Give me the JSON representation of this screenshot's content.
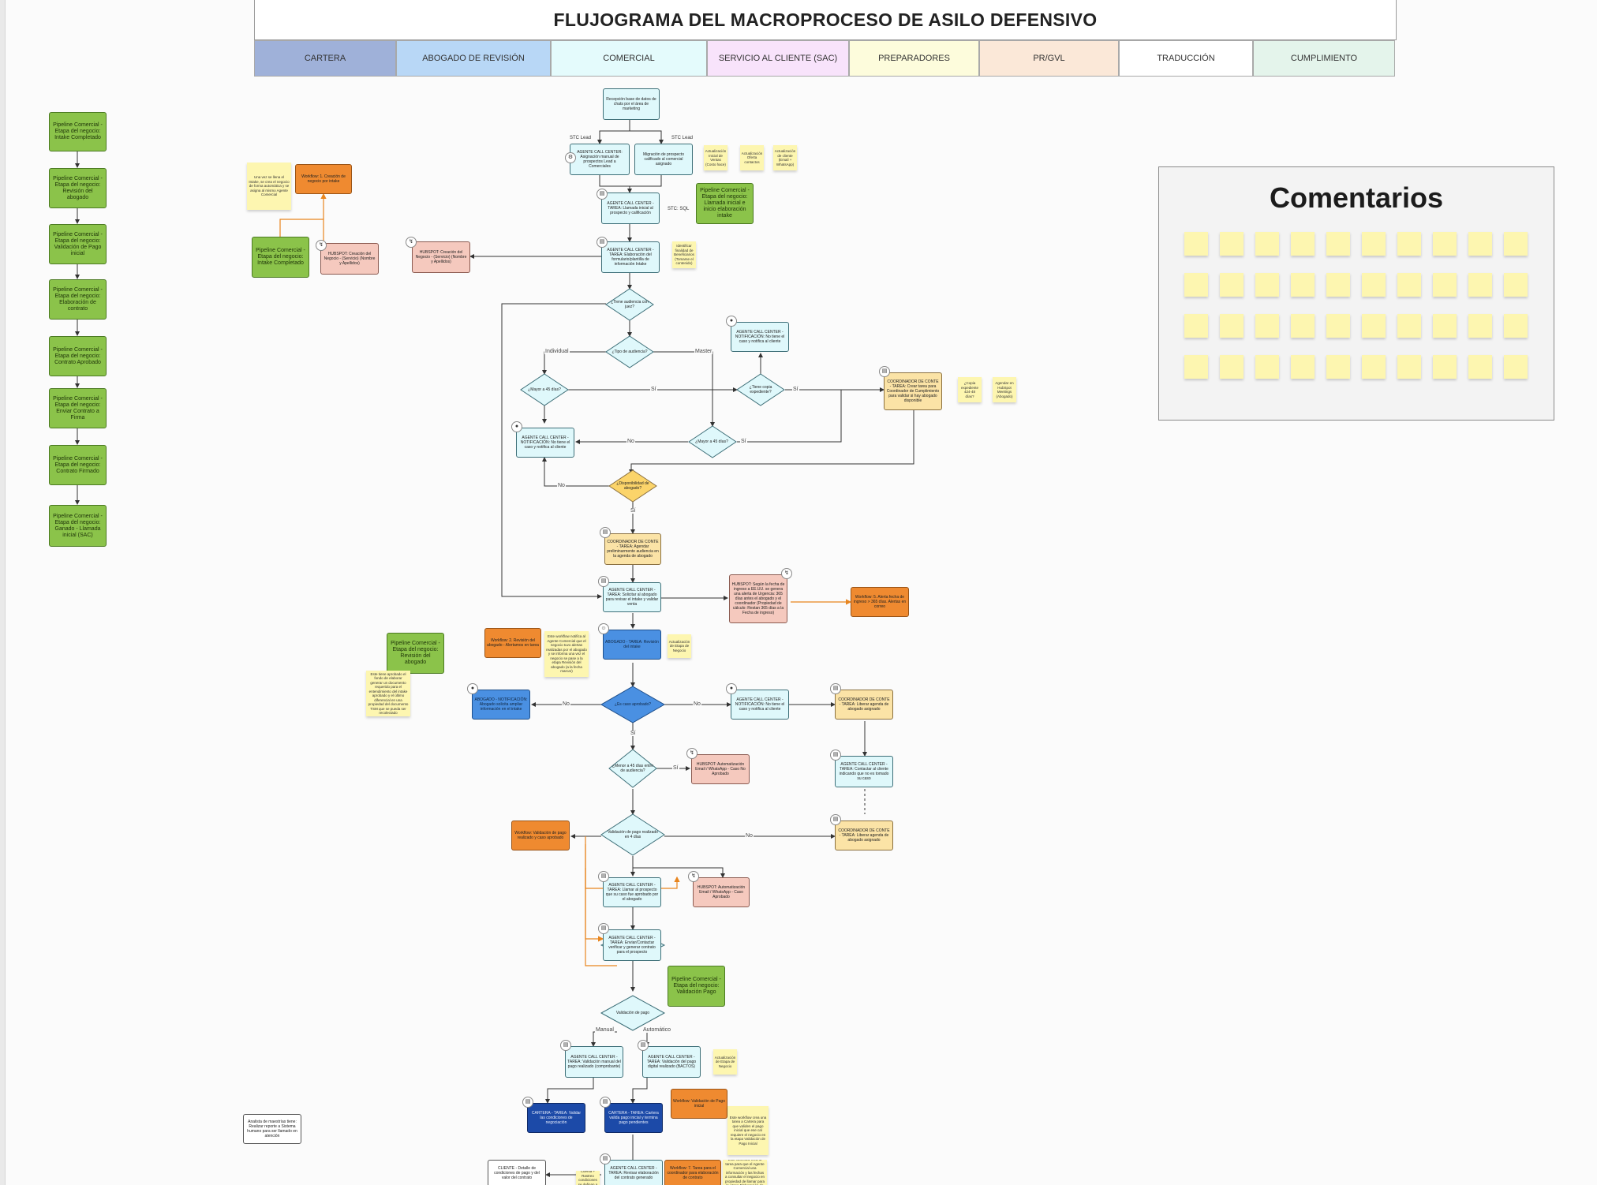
{
  "diagram": {
    "title": "FLUJOGRAMA DEL MACROPROCESO DE ASILO DEFENSIVO",
    "lanes": [
      {
        "label": "CARTERA",
        "color": "#9fb1d9"
      },
      {
        "label": "ABOGADO DE REVISIÓN",
        "color": "#b8d7f6"
      },
      {
        "label": "COMERCIAL",
        "color": "#e4fbfc"
      },
      {
        "label": "SERVICIO AL CLIENTE (SAC)",
        "color": "#f8e3fb"
      },
      {
        "label": "PREPARADORES",
        "color": "#fdfcdc"
      },
      {
        "label": "PR/GVL",
        "color": "#fbe8d8"
      },
      {
        "label": "TRADUCCIÓN",
        "color": "#ffffff"
      },
      {
        "label": "CUMPLIMIENTO",
        "color": "#e4f4eb"
      }
    ],
    "comments_title": "Comentarios",
    "pipeline_stages": [
      "Pipeline Comercial - Etapa del negocio: Intake Completado",
      "Pipeline Comercial - Etapa del negocio: Revisión del abogado",
      "Pipeline Comercial - Etapa del negocio: Validación de Pago inicial",
      "Pipeline Comercial - Etapa del negocio: Elaboración de contrato",
      "Pipeline Comercial - Etapa del negocio: Contrato Aprobado",
      "Pipeline Comercial - Etapa del negocio: Enviar Contrato a Firma",
      "Pipeline Comercial - Etapa del negocio: Contrato Firmado",
      "Pipeline Comercial - Etapa del negocio: Ganado - Llamada inicial (SAC)"
    ],
    "nodes": {
      "n_recepcion": "Recepción base de datos de chats por el área de marketing",
      "n_agente_call": "AGENTE CALL CENTER: Asignación manual de prospectos Lead a Comerciales",
      "n_migracion": "Migración de prospecto calificado al comercial asignado",
      "n_tarea_llamada": "AGENTE CALL CENTER - TAREA: Llamada inicial al prospecto y calificación",
      "n_tarea_elab": "AGENTE CALL CENTER - TAREA: Elaboración del formulario/plantilla de información Intake",
      "n_hubspot_creacion": "HUBSPOT: Creación del Negocio - (Servicio) (Nombre y Apellidos)",
      "n_hubspot_creacion2": "HUBSPOT: Creación del Negocio - (Servicio) (Nombre y Apellidos)",
      "n_workflow_creacion": "Workflow: 1. Creación de negocio por intake",
      "n_notif_1": "AGENTE CALL CENTER - NOTIFICACIÓN: No tiene el caso y notifica al cliente",
      "n_notif_2": "AGENTE CALL CENTER - NOTIFICACIÓN: No tiene el caso y notifica al cliente",
      "n_coord_1": "COORDINADOR DE CONTE - TAREA: Crear tarea para Coordinador de Cumplimiento para validar si hay abogado disponible",
      "n_coord_2": "COORDINADOR DE CONTE - TAREA: Agendar preliminarmente audiencia en la agenda de abogado",
      "n_tarea_solicitar": "AGENTE CALL CENTER - TAREA: Solicitar al abogado para revisar el intake y validar venta",
      "n_hubspot_fecha": "HUBSPOT: Según la fecha de ingreso a EE.UU. se genera una alerta de Urgencia: 365 días antes el abogado y el coordinador (Propiedad de cálculo: Restan 365 días a la Fecha de ingreso)",
      "n_workflow_alerta": "Workflow: 5. Alerta fecha de ingreso > 365 días. Alertas en correo",
      "n_workflow_revision": "Workflow: 2. Revisión del abogado - Alertamos en tarea",
      "n_abogado_tarea": "ABOGADO - TAREA: Revisión del intake",
      "n_abogado_notif": "ABOGADO - NOTIFICACIÓN: Abogado solicita ampliar información en el intake",
      "n_notif_3": "AGENTE CALL CENTER - NOTIFICACIÓN: No tiene el caso y notifica al cliente",
      "n_coord_3": "COORDINADOR DE CONTE - TAREA: Liberar agenda de abogado asignado",
      "n_hubspot_auto1": "HUBSPOT: Automatización Email / WhatsApp - Caso No Aprobado",
      "n_contactar": "AGENTE CALL CENTER - TAREA: Contactar al cliente indicando que no es tomado su caso",
      "n_coord_4": "COORDINADOR DE CONTE - TAREA: Liberar agenda de abogado asignado",
      "n_workflow_valid": "Workflow: Validación de pago realizado y caso aprobado",
      "n_llamar": "AGENTE CALL CENTER - TAREA: Llamar al prospecto que su caso fue aprobado por el abogado",
      "n_hubspot_auto2": "HUBSPOT: Automatización Email / WhatsApp - Caso Aprobado",
      "n_enviar": "AGENTE CALL CENTER - TAREA: Enviar/Contactar verificar y generar contrato para el prospecto",
      "n_val_manual": "AGENTE CALL CENTER - TAREA: Validación manual del pago realizado (comprobante)",
      "n_val_auto": "AGENTE CALL CENTER - TAREA: Validación del pago digital realizado (BACTOS)",
      "n_cartera1": "CARTERA - TAREA: Validar las condiciones de negociación",
      "n_cartera2": "CARTERA - TAREA: Cartera valida pago inicial y termina pago pendientes",
      "n_workflow_pago": "Workflow: Validación de Pago inicial",
      "n_cliente": "CLIENTE - Detalle de condiciones de pago y del valor del contrato",
      "n_agente_final": "AGENTE CALL CENTER - TAREA: Revisar elaboración del contrato generado",
      "n_workflow_final": "Workflow: 7. Tarea para el coordinador para elaboración de contrato",
      "n_pipeline_llamada": "Pipeline Comercial - Etapa del negocio: Llamada inicial e inicio elaboración intake",
      "n_pipeline_intake": "Pipeline Comercial - Etapa del negocio: Intake Completado",
      "n_pipeline_revision": "Pipeline Comercial - Etapa del negocio: Revisión del abogado",
      "n_pipeline_validacion": "Pipeline Comercial - Etapa del negocio: Validación Pago",
      "n_legend": "Analista de maestrías tiene: Realizar reporte a Sistema humano para ser llamado en atención"
    },
    "diamonds": {
      "d_audiencia": "¿Tiene audiencia con juez?",
      "d_tipo": "¿Tipo de audiencia?",
      "d_mayor1": "¿Mayor a 45 días?",
      "d_copia": "¿Tiene copia expediente?",
      "d_mayor2": "¿Mayor a 45 días?",
      "d_dispo": "¿Disponibilidad de abogado?",
      "d_aprobado": "¿Es caso aprobado?",
      "d_menor": "¿Menor a 45 días entre de audiencia?",
      "d_valid_pago": "Validación de pago realizado en 4 días",
      "d_valid_pago2": "Validación de pago"
    },
    "edge_labels": {
      "stc_lead_left": "STC Lead",
      "stc_lead_right": "STC Lead",
      "stc_sql": "STC: SQL",
      "individual": "Individual",
      "master": "Master",
      "si": "Sí",
      "no": "No",
      "manual": "Manual",
      "automatico": "Automático"
    },
    "notes": {
      "note_stc1": "Actualización Inicial de Ventas (Costo hace)",
      "note_stc2": "Actualización Oferta contactos",
      "note_stc3": "Actualización de cliente (Email + WhatsApp)",
      "note_intake": "Una vez se llena el Intake, se crea el negocio de forma automática y se asigna al mismo Agente Comercial",
      "note_elab": "Identificar finalidad de Beneficiarios (Tomarse el contenido)",
      "note_copia": "¿Copia expediente 424-48 días?",
      "note_agendar": "Agendar en HubSpot Meetings (Abogado)",
      "note_workflow_rev": "Este workflow notifica al Agente Comercial que el negocio tuvo alertas realizadas por el abogado y se informa una vez el negocio se pase a la etapa Revisión del abogado (a la fecha marcar)",
      "note_revision": "Este tiene aprobado el fondo de elaborar generar un documento requerido para el entendimiento del intake aprobado y el último diferencial en una propiedad del documento TSM que se pueda ser recolectado",
      "note_abogado": "Actualización de Etapa de Negocio",
      "note_validacion": "Actualización de Etapa de Negocio",
      "note_pago": "Este workflow crea una tarea a Cartera para que validen el pago inicial que ese cal requiere el negocio en la etapa Validación de Pago Inicial",
      "note_final": "Este workflow crea la tarea para que el Agente Comercial una información y las fechas a consultar el negocio en propiedad de llamar para la etapa Elaboración de contrato",
      "note_cliente": "Cuenta + Rastreo condiciones se definan a tener"
    }
  }
}
